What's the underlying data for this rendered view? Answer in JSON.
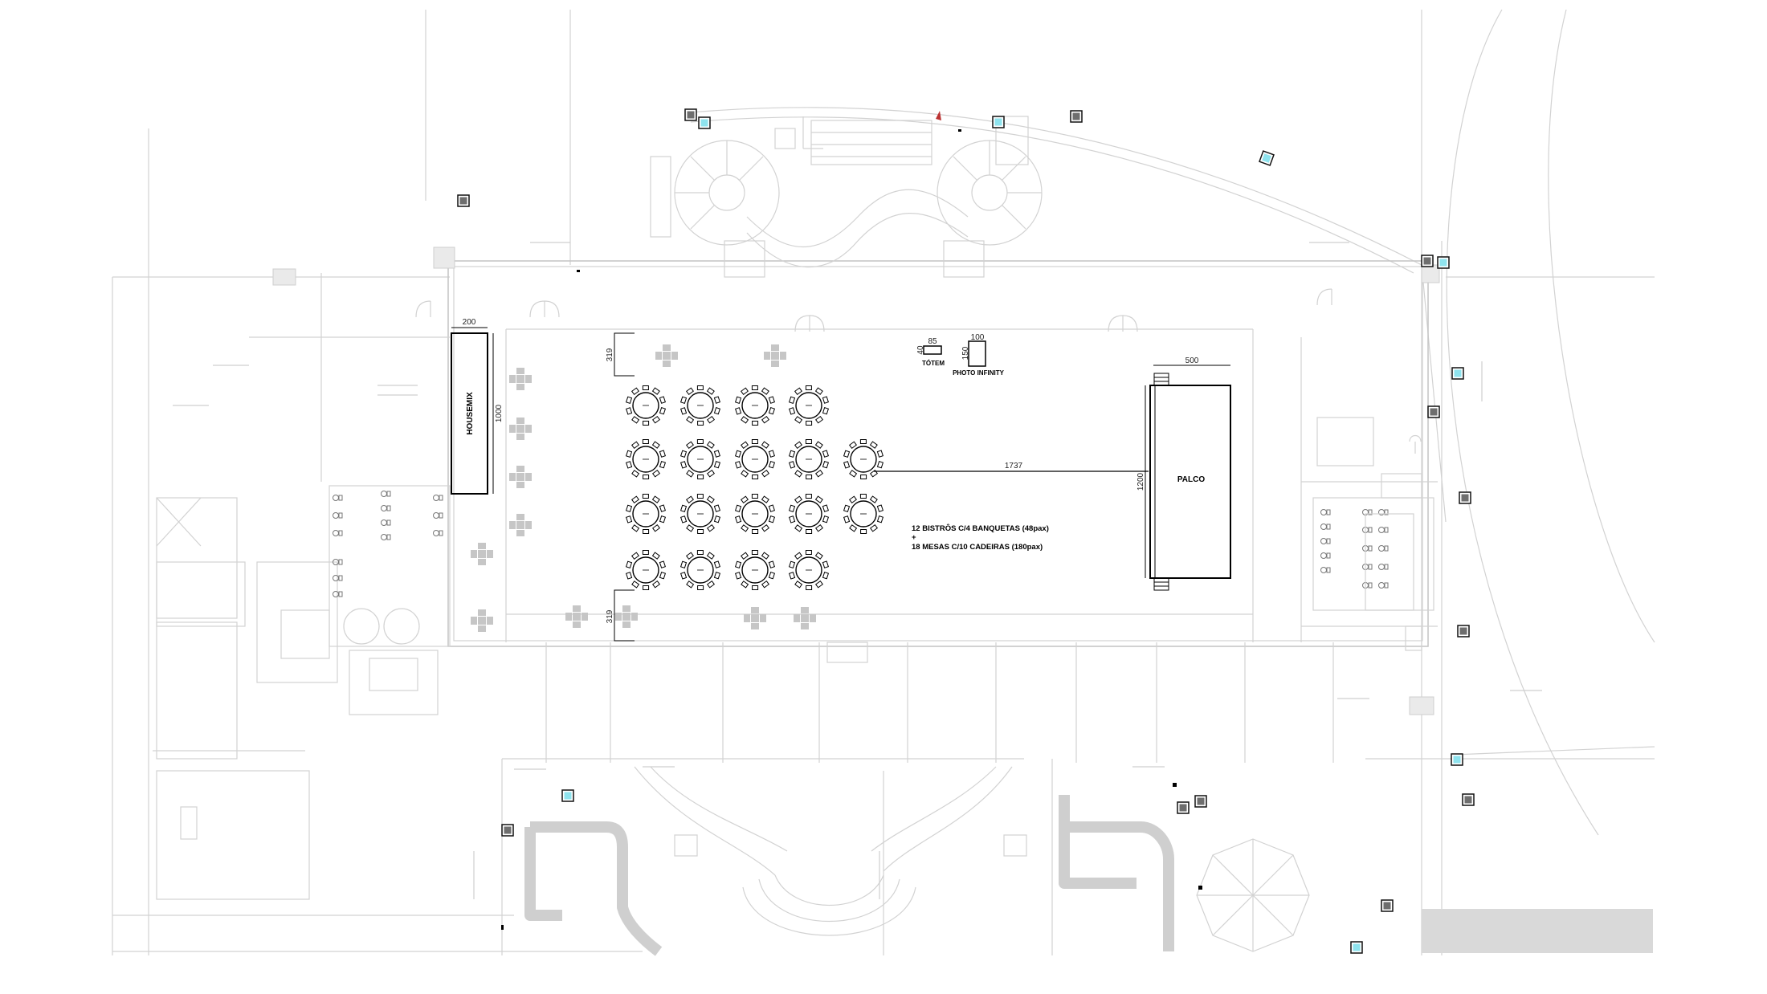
{
  "labels": {
    "housemix": "HOUSEMIX",
    "palco": "PALCO",
    "totem": "TÓTEM",
    "photo_infinity": "PHOTO INFINITY",
    "summary_line1": "12 BISTRÔS C/4 BANQUETAS (48pax)",
    "summary_plus": "+",
    "summary_line2": "18 MESAS C/10 CADEIRAS (180pax)"
  },
  "dimensions": {
    "housemix_width": "200",
    "housemix_length": "1000",
    "stage_width": "500",
    "stage_length": "1200",
    "stage_distance": "1737",
    "top_offset": "319",
    "bottom_offset": "319",
    "totem_w": "85",
    "totem_h": "40",
    "photo_w": "100",
    "photo_h": "150"
  },
  "counts": {
    "bistros": 12,
    "round_tables": 18
  },
  "colors": {
    "line": "#d0d0d0",
    "ink": "#000000",
    "speaker_dark": "#6e6e6e",
    "speaker_cyan": "#8ee3ee",
    "bistro_fill": "#c6c6c6",
    "walkway": "#cfcfcf"
  }
}
